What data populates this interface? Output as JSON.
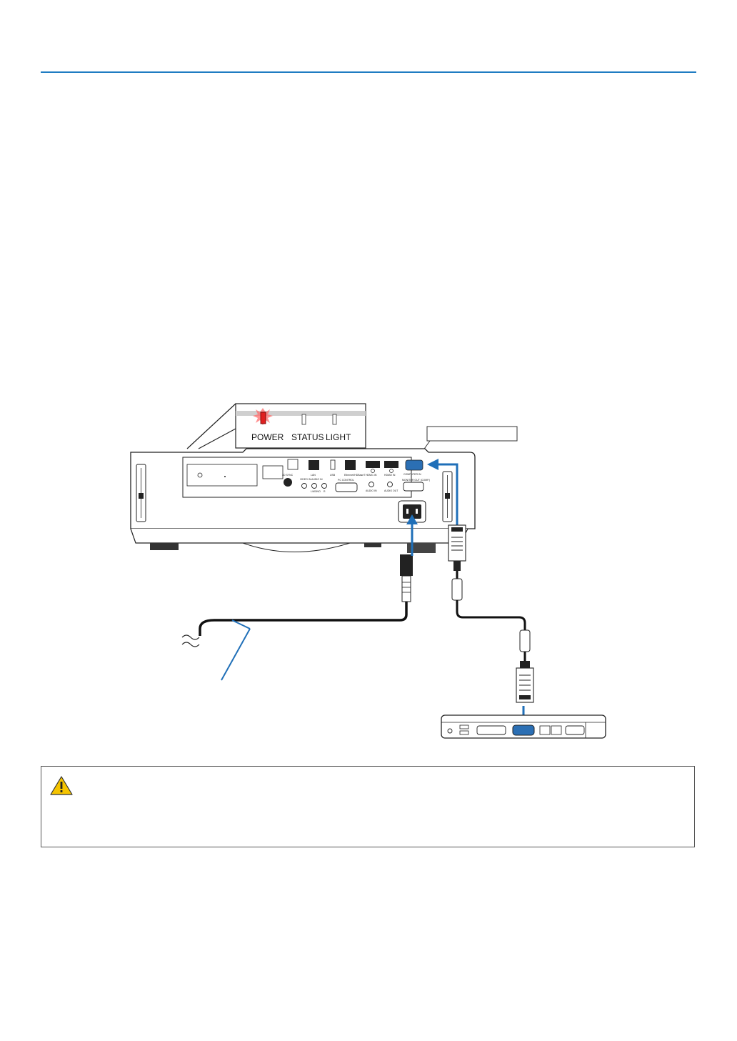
{
  "header": {
    "rule_color": "#1f7cc2"
  },
  "indicator_panel": {
    "power_label": "POWER",
    "status_label": "STATUS",
    "light_label": "LIGHT",
    "power_state_color": "#e02020"
  },
  "projector": {
    "port_labels": {
      "lan": "LAN",
      "usb": "USB",
      "hdbaset": "Ethernet/HDBaseT",
      "hdmi1": "HDMI1 IN",
      "hdmi2": "HDMI2 IN",
      "computer_in": "COMPUTER IN",
      "pc_control": "PC CONTROL",
      "audio_in": "AUDIO IN",
      "audio_out": "AUDIO OUT",
      "monitor_out": "MONITOR OUT (COMP.)",
      "video_in": "VIDEO IN",
      "audio_in_mono": "AUDIO IN",
      "l_mono": "L/MONO",
      "r": "R",
      "3d_sync": "3D SYNC"
    }
  },
  "caution": {
    "icon": "warning-triangle-icon",
    "icon_color": "#f5c400"
  },
  "colors": {
    "arrow": "#1f6fb8",
    "cable": "#111111"
  }
}
